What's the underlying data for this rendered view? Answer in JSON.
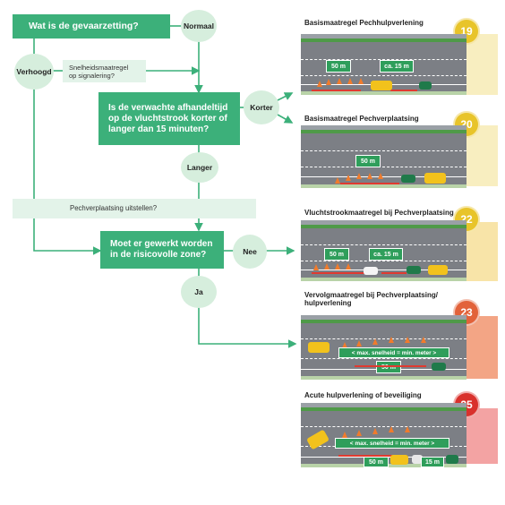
{
  "flow": {
    "q1": "Wat is de gevaarzetting?",
    "normaal": "Normaal",
    "verhoogd": "Verhoogd",
    "snelheid": "Snelheidsmaatregel op signalering?",
    "q2": "Is de verwachte afhandeltijd op de vluchtstrook korter of langer dan 15 minuten?",
    "korter": "Korter",
    "langer": "Langer",
    "uitstellen": "Pechverplaatsing uitstellen?",
    "q3": "Moet er gewerkt worden in de risicovolle zone?",
    "nee": "Nee",
    "ja": "Ja"
  },
  "panels": [
    {
      "title": "Basismaatregel Pechhulpverlening",
      "number": "19",
      "badge_color": "#e8c42a",
      "swatch_color": "#f8eec0",
      "labels": [
        "50 m",
        "ca. 15 m"
      ]
    },
    {
      "title": "Basismaatregel Pechverplaatsing",
      "number": "20",
      "badge_color": "#e8c42a",
      "swatch_color": "#f8eec0",
      "labels": [
        "50 m"
      ]
    },
    {
      "title": "Vluchtstrookmaatregel bij Pechverplaatsing",
      "number": "22",
      "badge_color": "#e8c42a",
      "swatch_color": "#f8e4a8",
      "labels": [
        "50 m",
        "ca. 15 m"
      ]
    },
    {
      "title": "Vervolgmaatregel bij Pechverplaatsing/ hulpverlening",
      "number": "23",
      "badge_color": "#e2623a",
      "swatch_color": "#f3a585",
      "labels": [
        "< max. snelheid = min. meter >",
        "50 m"
      ]
    },
    {
      "title": "Acute hulpverlening of beveiliging",
      "number": "25",
      "badge_color": "#d9312c",
      "swatch_color": "#f3a3a3",
      "labels": [
        "< max. snelheid = min. meter >",
        "50 m",
        "15 m"
      ]
    }
  ],
  "colors": {
    "green": "#3cb07a",
    "pale_green": "#e3f3e9",
    "circle": "#d6eedd",
    "arrow": "#3cb07a"
  }
}
